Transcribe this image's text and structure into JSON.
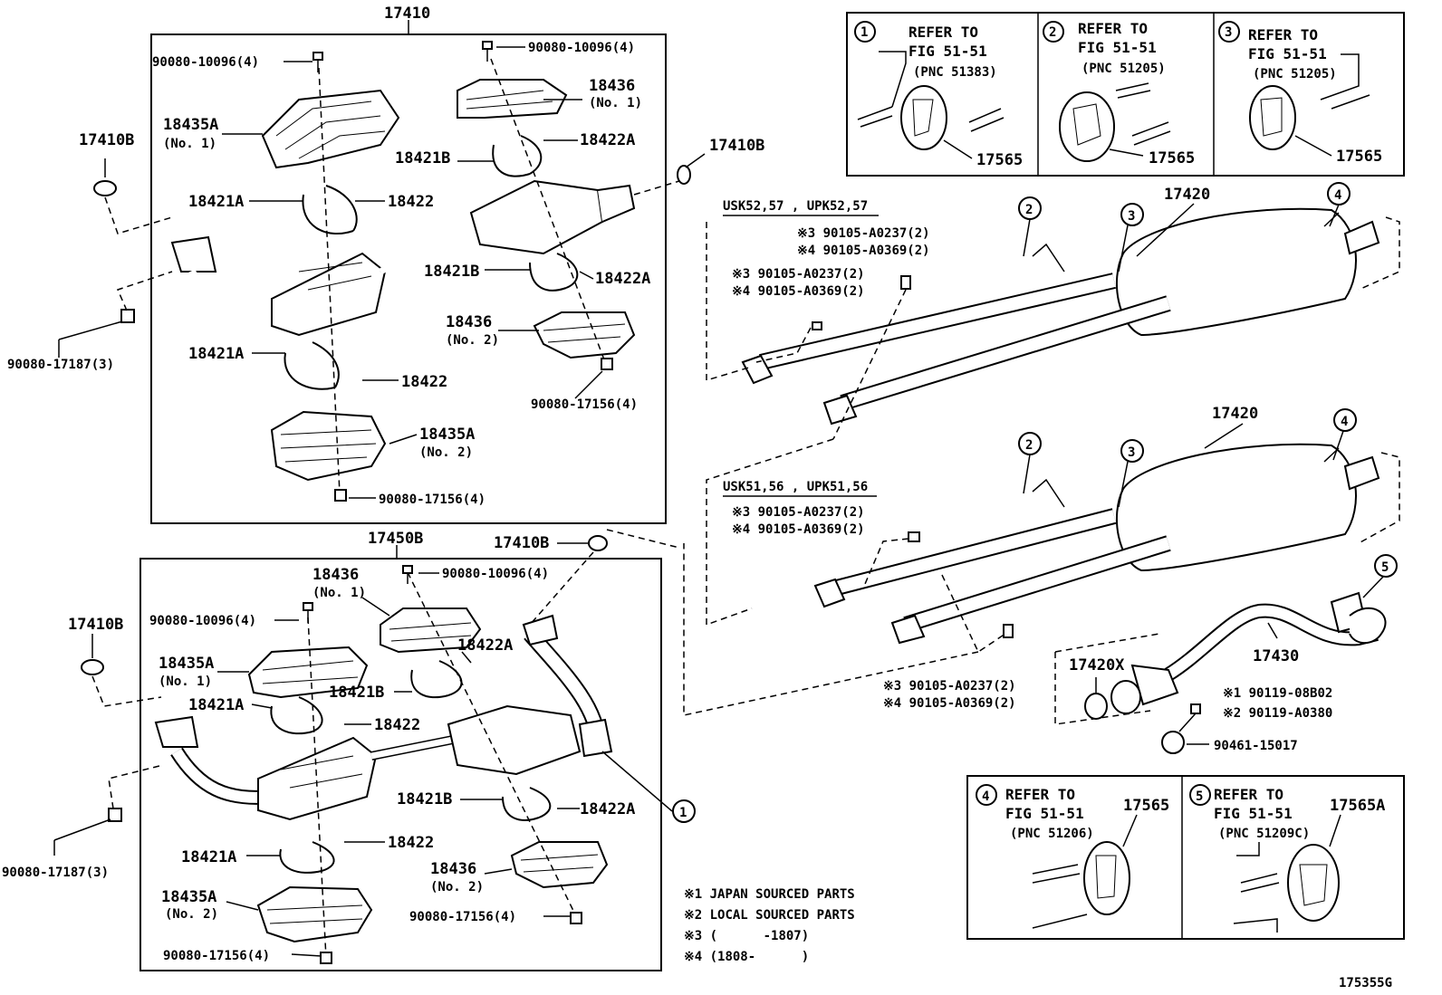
{
  "labels": {
    "a17410": "17410",
    "a17450b": "17450B",
    "a17410b_l1": "17410B",
    "a17410b_l2": "17410B",
    "a17410b_r1": "17410B",
    "a17410b_r2": "17410B",
    "b10096_1": "90080-10096(4)",
    "b10096_2": "90080-10096(4)",
    "b10096_3": "90080-10096(4)",
    "b10096_4": "90080-10096(4)",
    "b17187_1": "90080-17187(3)",
    "b17187_2": "90080-17187(3)",
    "b17156_1": "90080-17156(4)",
    "b17156_2": "90080-17156(4)",
    "b17156_3": "90080-17156(4)",
    "b17156_4": "90080-17156(4)",
    "p18435a_1": "18435A",
    "p18435a_1n": "(No. 1)",
    "p18435a_2": "18435A",
    "p18435a_2n": "(No. 2)",
    "p18435a_3": "18435A",
    "p18435a_3n": "(No. 1)",
    "p18435a_4": "18435A",
    "p18435a_4n": "(No. 2)",
    "p18436_1": "18436",
    "p18436_1n": "(No. 1)",
    "p18436_2": "18436",
    "p18436_2n": "(No. 2)",
    "p18436_3": "18436",
    "p18436_3n": "(No. 1)",
    "p18436_4": "18436",
    "p18436_4n": "(No. 2)",
    "p18421a_1": "18421A",
    "p18421a_2": "18421A",
    "p18421a_3": "18421A",
    "p18421a_4": "18421A",
    "p18421b_1": "18421B",
    "p18421b_2": "18421B",
    "p18421b_3": "18421B",
    "p18421b_4": "18421B",
    "p18422_1": "18422",
    "p18422_2": "18422",
    "p18422_3": "18422",
    "p18422_4": "18422",
    "p18422a_1": "18422A",
    "p18422a_2": "18422A",
    "p18422a_3": "18422A",
    "p18422a_4": "18422A",
    "p17420_1": "17420",
    "p17420_2": "17420",
    "p17420x": "17420X",
    "p17430": "17430",
    "p90461": "90461-15017",
    "s1_08b02": "※1 90119-08B02",
    "s2_a0380": "※2 90119-A0380",
    "variant1": "USK52,57 , UPK52,57",
    "variant2": "USK51,56 , UPK51,56",
    "v1a": "※3 90105-A0237(2)",
    "v1b": "※4 90105-A0369(2)",
    "v1c": "※3 90105-A0237(2)",
    "v1d": "※4 90105-A0369(2)",
    "v2a": "※3 90105-A0237(2)",
    "v2b": "※4 90105-A0369(2)",
    "v2c": "※3 90105-A0237(2)",
    "v2d": "※4 90105-A0369(2)",
    "fig_id": "175355G"
  },
  "refs": [
    {
      "num": "1",
      "l1": "REFER TO",
      "l2": "FIG 51-51",
      "pnc": "(PNC 51383)",
      "part": "17565"
    },
    {
      "num": "2",
      "l1": "REFER TO",
      "l2": "FIG 51-51",
      "pnc": "(PNC 51205)",
      "part": "17565"
    },
    {
      "num": "3",
      "l1": "REFER TO",
      "l2": "FIG 51-51",
      "pnc": "(PNC 51205)",
      "part": "17565"
    },
    {
      "num": "4",
      "l1": "REFER TO",
      "l2": "FIG 51-51",
      "pnc": "(PNC 51206)",
      "part": "17565"
    },
    {
      "num": "5",
      "l1": "REFER TO",
      "l2": "FIG 51-51",
      "pnc": "(PNC 51209C)",
      "part": "17565A"
    }
  ],
  "callouts": [
    "1",
    "2",
    "3",
    "4",
    "5"
  ],
  "notes": [
    "※1 JAPAN SOURCED PARTS",
    "※2 LOCAL SOURCED PARTS",
    "※3 (      -1807)",
    "※4 (1808-      )"
  ]
}
